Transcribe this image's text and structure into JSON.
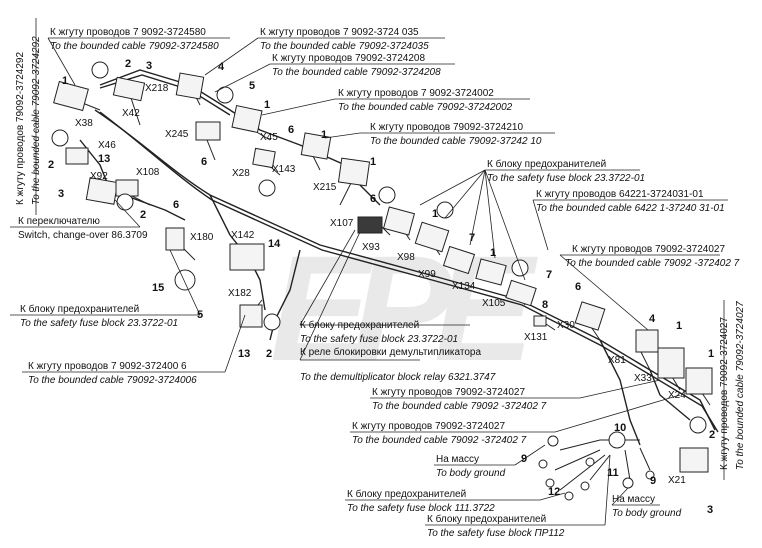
{
  "callouts": {
    "c1": {
      "ru": "К жгуту проводов 7 9092-3724580",
      "en": "To the bounded cable 79092-3724580"
    },
    "c2": {
      "ru": "К жгуту проводов 7 9092-3724 035",
      "en": "To the bounded cable 79092-3724035"
    },
    "c3": {
      "ru": "К жгуту проводов 79092-3724208",
      "en": "To the bounded cable 79092-3724208"
    },
    "c4": {
      "ru": "К жгуту проводов 7 9092-3724002",
      "en": "To the bounded cable 79092-37242002"
    },
    "c5": {
      "ru": "К жгуту проводов 79092-3724210",
      "en": "To the bounded cable 79092-37242 10"
    },
    "c6": {
      "ru": "К блоку предохранителей",
      "en": "To the safety fuse block 23.3722-01"
    },
    "c7": {
      "ru": "К жгуту проводов 64221-3724031-01",
      "en": "To the bounded cable 6422 1-37240 31-01"
    },
    "c8": {
      "ru": "К жгуту проводов 79092-3724027",
      "en": "To the bounded cable 79092 -372402 7"
    },
    "c9": {
      "ru": "К переключателю",
      "en": "Switch, change-over 86.3709"
    },
    "c10": {
      "ru": "К блоку предохранителей",
      "en": "To the safety fuse block 23.3722-01"
    },
    "c11": {
      "ru": "К блоку предохранителей",
      "en": "To the safety fuse block 23.3722-01"
    },
    "c12": {
      "ru": "К реле блокировки демультипликатора",
      "en": "To the demultiplicator block relay 6321.3747"
    },
    "c13": {
      "ru": "К жгуту проводов 7 9092-372400 6",
      "en": "To the bounded cable 79092-3724006"
    },
    "c14": {
      "ru": "К жгуту проводов 79092-3724027",
      "en": "To the bounded cable 79092 -372402 7"
    },
    "c15": {
      "ru": "К жгуту проводов 79092-3724027",
      "en": "To the bounded cable 79092 -372402 7"
    },
    "c16": {
      "ru": "На массу",
      "en": "To body ground"
    },
    "c17": {
      "ru": "К блоку предохранителей",
      "en": "To the safety fuse block 111.3722"
    },
    "c18": {
      "ru": "К блоку предохранителей",
      "en": "To the safety fuse block ПР112"
    },
    "c19": {
      "ru": "На массу",
      "en": "To body ground"
    },
    "left_vertical": {
      "ru": "К жгуту проводов 79092-3724292",
      "en": "To the bounded cable 79092-3724292"
    },
    "right_vertical": {
      "ru": "К жгуту проводов 79092-3724027",
      "en": "To the bounded cable 79092-3724027"
    }
  },
  "connectors": [
    "X38",
    "X42",
    "X218",
    "X46",
    "X245",
    "X45",
    "X28",
    "X143",
    "X215",
    "X92",
    "X108",
    "X107",
    "X98",
    "X99",
    "X134",
    "X105",
    "X180",
    "X142",
    "X182",
    "X131",
    "X30",
    "X81",
    "X33",
    "X24",
    "X21"
  ],
  "codes": {
    "x93": "X93"
  },
  "numbers": [
    "1",
    "2",
    "3",
    "4",
    "5",
    "6",
    "7",
    "8",
    "9",
    "10",
    "11",
    "12",
    "13",
    "14",
    "15"
  ],
  "watermark": "ЕРЕ",
  "colors": {
    "line": "#222222",
    "watermark": "#c8c8c8",
    "connector_fill": "#f4f4f4"
  }
}
